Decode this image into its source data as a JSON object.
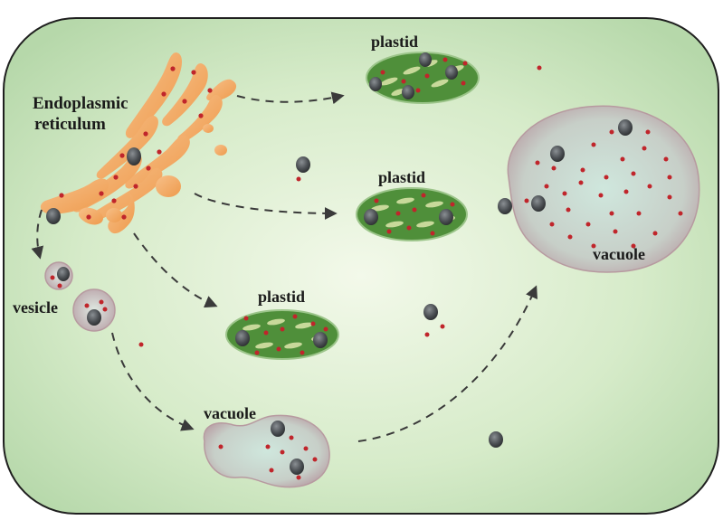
{
  "labels": {
    "er_line1": "Endoplasmic",
    "er_line2": "reticulum",
    "plastid_top": "plastid",
    "plastid_mid": "plastid",
    "plastid_low": "plastid",
    "vesicle": "vesicle",
    "vacuole_small": "vacuole",
    "vacuole_large": "vacuole"
  },
  "colors": {
    "cell_fill_center": "#eef6e4",
    "cell_fill_edge": "#b9dcae",
    "cell_border": "#1f1f1f",
    "er_orange": "#f2a65a",
    "plastid_green": "#4f8f3a",
    "plastid_thylakoid": "#c8d99a",
    "vacuole_fill": "#c8d6cf",
    "vacuole_edge": "#b79aa0",
    "particle_dark": "#4a4d50",
    "dot_red": "#c0252b",
    "arrow": "#3a3a3a"
  },
  "icons": {
    "particle": "dark-particle-icon",
    "dot": "red-dot-icon"
  }
}
